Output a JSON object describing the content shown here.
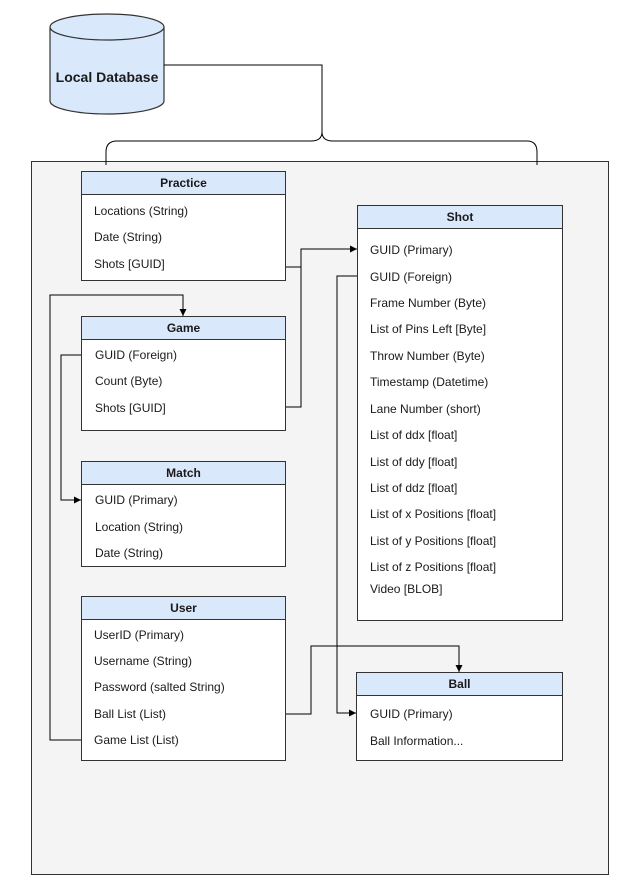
{
  "database": {
    "label": "Local Database"
  },
  "tables": {
    "practice": {
      "title": "Practice",
      "fields": [
        "Locations (String)",
        "Date (String)",
        "Shots [GUID]"
      ]
    },
    "game": {
      "title": "Game",
      "fields": [
        "GUID (Foreign)",
        "Count (Byte)",
        "Shots [GUID]"
      ]
    },
    "match": {
      "title": "Match",
      "fields": [
        "GUID (Primary)",
        "Location (String)",
        "Date (String)"
      ]
    },
    "user": {
      "title": "User",
      "fields": [
        "UserID (Primary)",
        "Username (String)",
        "Password (salted String)",
        "Ball List (List)",
        "Game List (List)"
      ]
    },
    "shot": {
      "title": "Shot",
      "fields": [
        "GUID (Primary)",
        "GUID (Foreign)",
        "Frame Number (Byte)",
        "List of Pins Left [Byte]",
        "Throw Number (Byte)",
        "Timestamp (Datetime)",
        "Lane Number (short)",
        "List of ddx [float]",
        "List of ddy [float]",
        "List of ddz [float]",
        "List of x Positions [float]",
        "List of y Positions [float]",
        "List of z Positions [float]",
        "Video [BLOB]"
      ]
    },
    "ball": {
      "title": "Ball",
      "fields": [
        "GUID (Primary)",
        "Ball Information..."
      ]
    }
  },
  "colors": {
    "header_fill": "#dae8fc",
    "database_fill": "#dae8fc",
    "container_fill": "#f4f4f4",
    "stroke": "#333333"
  }
}
